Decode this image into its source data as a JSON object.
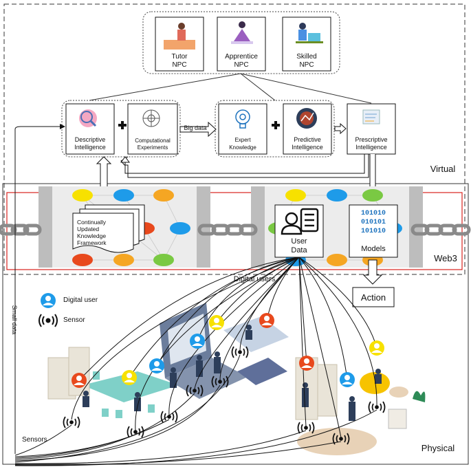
{
  "npcs": [
    {
      "line1": "Tutor",
      "line2": "NPC"
    },
    {
      "line1": "Apprentice",
      "line2": "NPC"
    },
    {
      "line1": "Skilled",
      "line2": "NPC"
    }
  ],
  "intelligence": {
    "descriptive": [
      "Descriptive",
      "Intelligence"
    ],
    "computational": [
      "Computational",
      "Experiments"
    ],
    "big_data": "Big data",
    "expert": [
      "Expert",
      "Knowledge"
    ],
    "predictive": [
      "Predictive",
      "Intelligence"
    ],
    "prescriptive": [
      "Prescriptive",
      "Intelligence"
    ]
  },
  "regions": {
    "virtual": "Virtual",
    "web3": "Web3",
    "physical": "Physical"
  },
  "framework": [
    "Continually",
    "Updated",
    "Knowledge",
    "Framework"
  ],
  "user_data": [
    "User",
    "Data"
  ],
  "models": "Models",
  "models_binary": [
    "101010",
    "010101",
    "101010"
  ],
  "digital_users": "Digital users",
  "action": "Action",
  "legend": {
    "digital_user": "Digital user",
    "sensor": "Sensor"
  },
  "small_data": "Small data",
  "sensors": "Sensors",
  "colors": {
    "red": "#e8491d",
    "orange": "#f5a623",
    "green": "#7ac943",
    "blue": "#1e9be9",
    "yellow": "#f7e100",
    "teal": "#7fd0c8",
    "web3_border": "#d9231f",
    "grey_panel": "#e8e8e8",
    "chain": "#8a8a8a"
  }
}
